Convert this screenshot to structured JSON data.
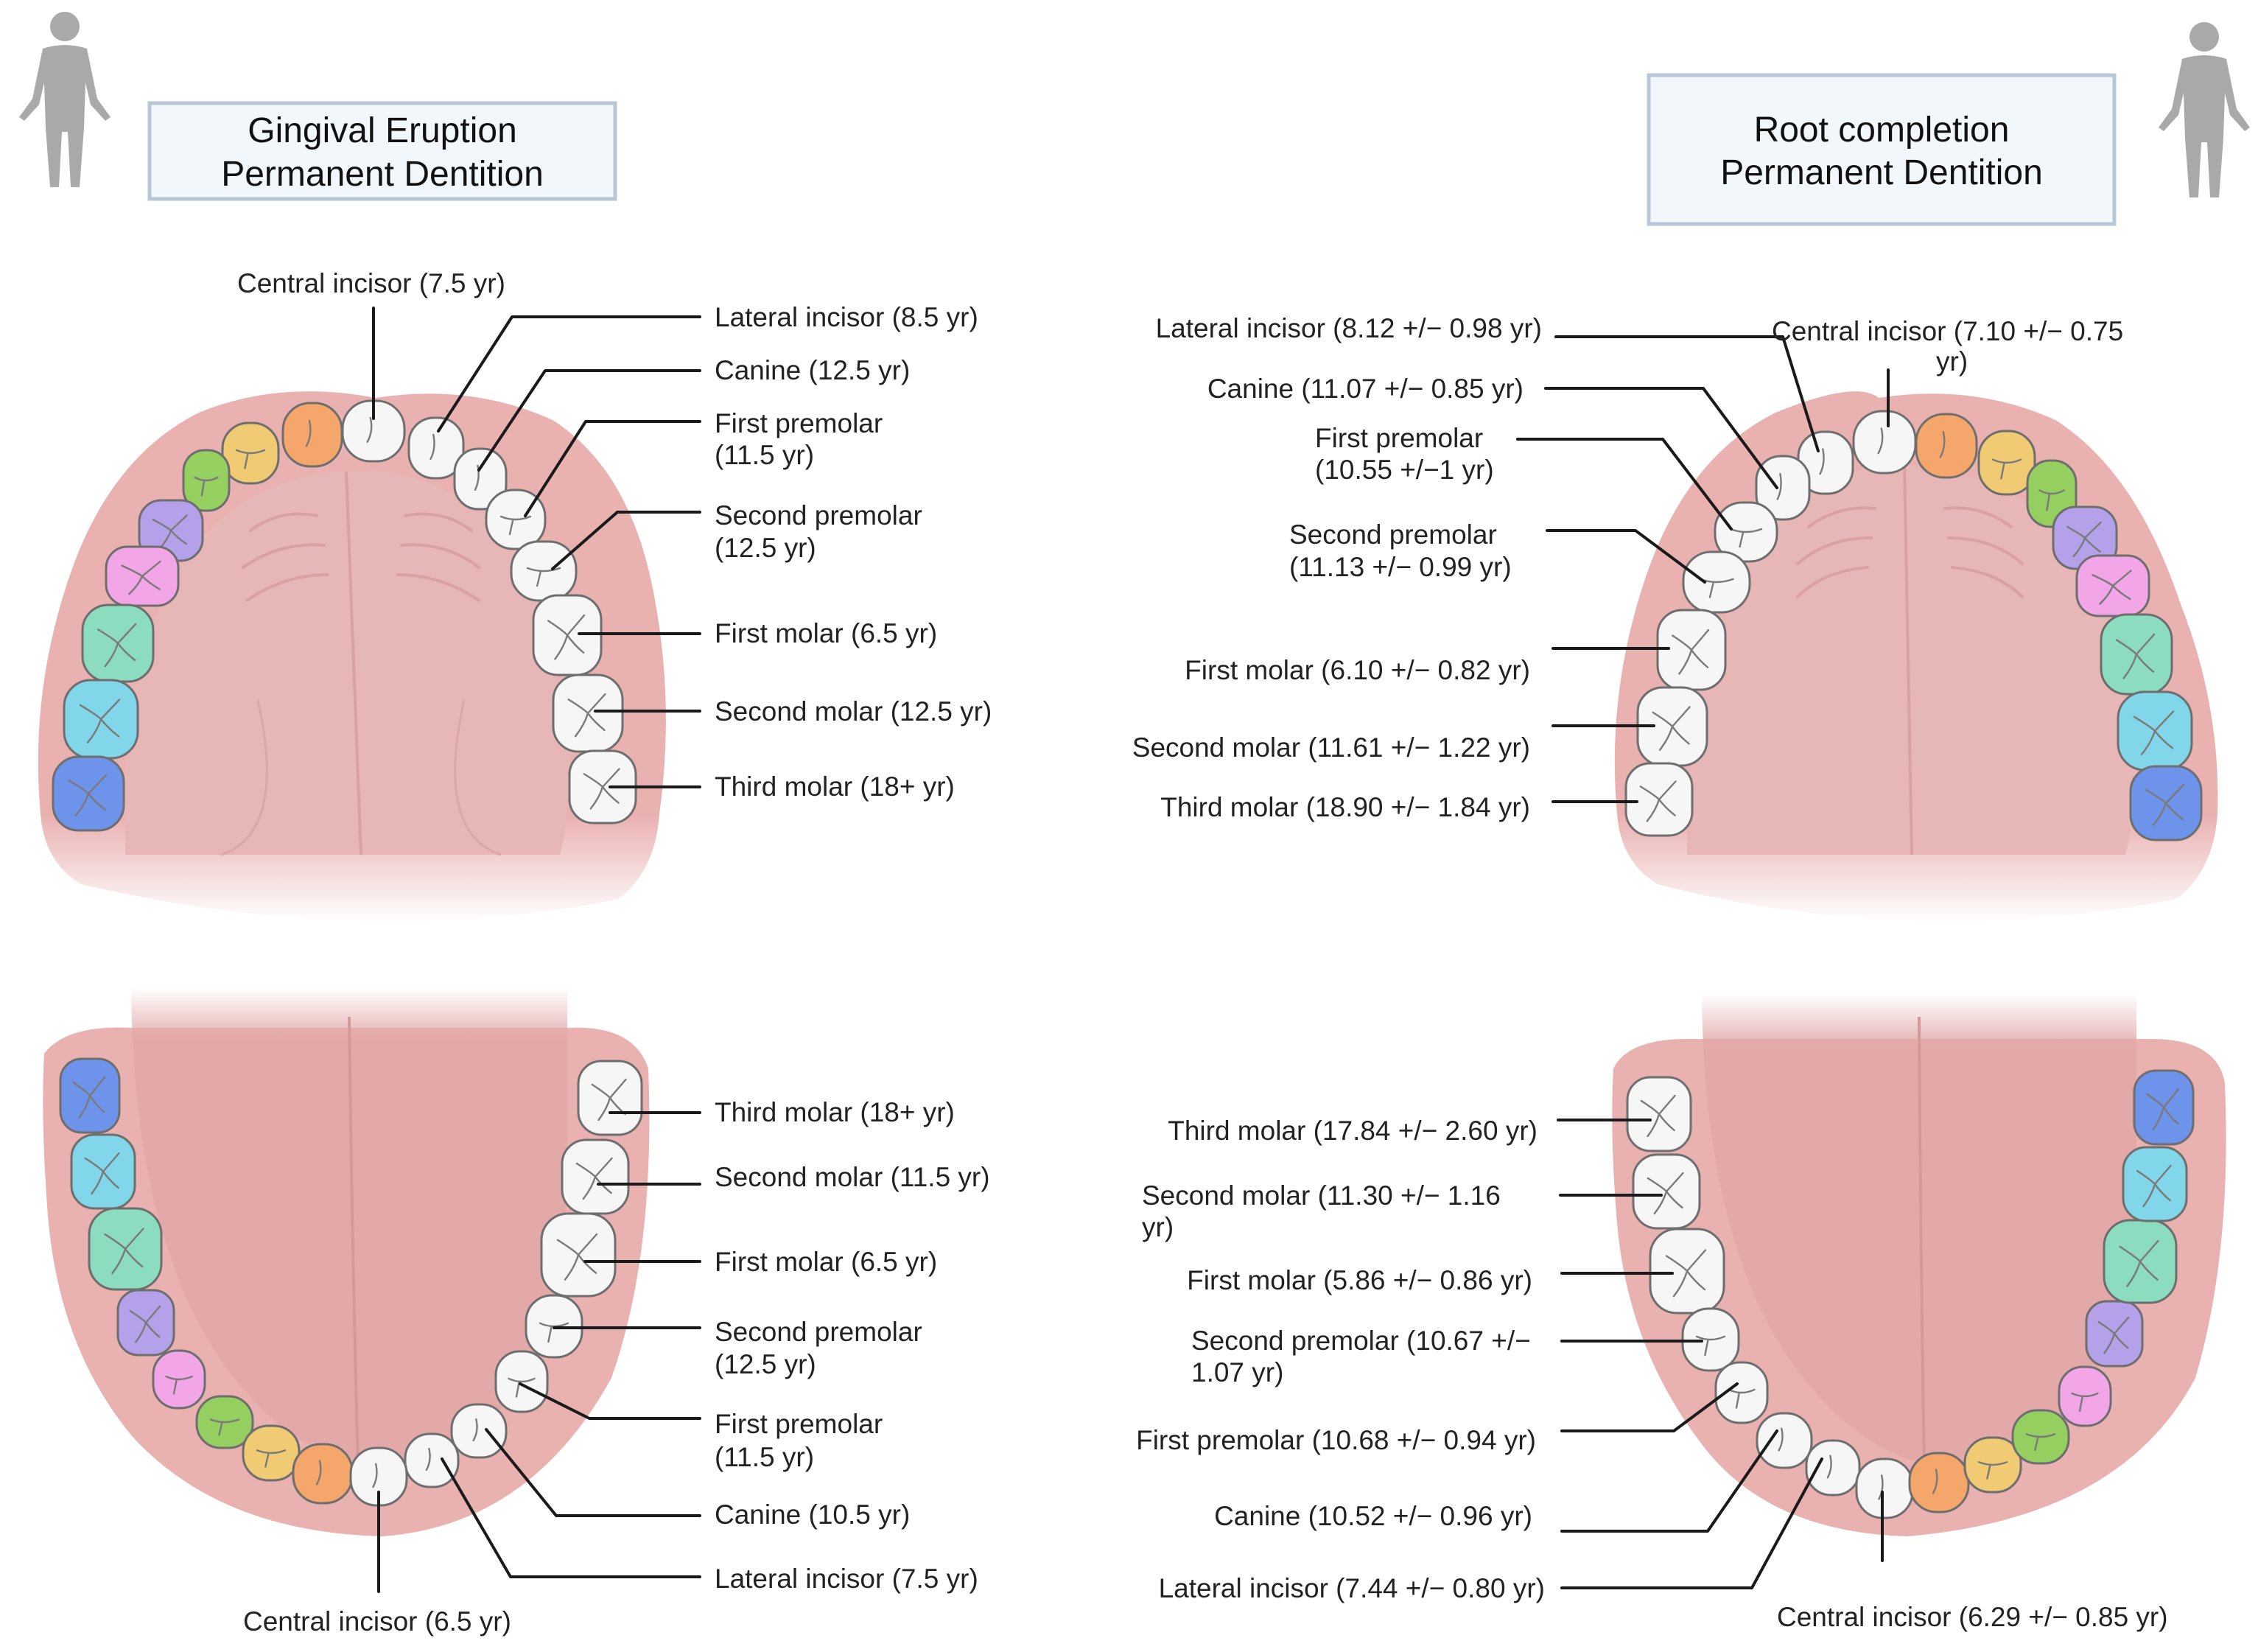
{
  "titles": {
    "left": {
      "line1": "Gingival Eruption",
      "line2": "Permanent Dentition"
    },
    "right": {
      "line1": "Root completion",
      "line2": "Permanent Dentition"
    }
  },
  "icons": {
    "left": "human-figure-icon",
    "right": "human-figure-icon"
  },
  "colors": {
    "gum": "#eab1b1",
    "palate": "#e7b6b6",
    "tongue": "#e6b1b1",
    "white_tooth": "#f6f6f6",
    "central_incisor": "#f6f6f6",
    "lateral_incisor": "#f6f6f6",
    "canine": "#f5a66a",
    "first_premolar": "#f1cb73",
    "second_premolar": "#94cf5f",
    "first_molar": "#b4a1ea",
    "second_molar": "#f3a6e7",
    "third_molar": "#8cdcc0",
    "extra_molar_cyan": "#82d6ea",
    "extra_molar_blue": "#6d93ea"
  },
  "eruption_upper": {
    "central_incisor": "Central incisor (7.5 yr)",
    "lateral_incisor": "Lateral incisor (8.5 yr)",
    "canine": "Canine (12.5 yr)",
    "first_premolar": [
      "First premolar",
      "(11.5 yr)"
    ],
    "second_premolar": [
      "Second premolar",
      "(12.5 yr)"
    ],
    "first_molar": "First molar (6.5 yr)",
    "second_molar": "Second molar (12.5 yr)",
    "third_molar": "Third molar (18+ yr)"
  },
  "eruption_lower": {
    "third_molar": "Third molar (18+ yr)",
    "second_molar": "Second molar (11.5 yr)",
    "first_molar": "First molar (6.5 yr)",
    "second_premolar": [
      "Second premolar",
      "(12.5 yr)"
    ],
    "first_premolar": [
      "First premolar",
      "(11.5 yr)"
    ],
    "canine": "Canine (10.5 yr)",
    "lateral_incisor": "Lateral incisor (7.5 yr)",
    "central_incisor": "Central incisor (6.5 yr)"
  },
  "root_upper": {
    "lateral_incisor": "Lateral incisor (8.12 +/− 0.98 yr)",
    "central_incisor": [
      "Central incisor (7.10 +/− 0.75",
      "yr)"
    ],
    "canine": "Canine (11.07 +/− 0.85 yr)",
    "first_premolar": [
      "First premolar",
      "(10.55 +/−1 yr)"
    ],
    "second_premolar": [
      "Second premolar",
      "(11.13 +/− 0.99 yr)"
    ],
    "first_molar": "First molar (6.10 +/− 0.82 yr)",
    "second_molar": "Second molar (11.61 +/− 1.22 yr)",
    "third_molar": "Third molar (18.90 +/− 1.84 yr)"
  },
  "root_lower": {
    "third_molar": "Third molar (17.84 +/− 2.60 yr)",
    "second_molar": [
      "Second molar (11.30 +/− 1.16",
      "yr)"
    ],
    "first_molar": "First molar (5.86 +/− 0.86 yr)",
    "second_premolar": [
      "Second premolar (10.67 +/−",
      "1.07 yr)"
    ],
    "first_premolar": "First premolar (10.68 +/− 0.94 yr)",
    "canine": "Canine (10.52 +/− 0.96 yr)",
    "lateral_incisor": "Lateral incisor (7.44 +/− 0.80 yr)",
    "central_incisor": "Central incisor (6.29 +/− 0.85  yr)"
  }
}
